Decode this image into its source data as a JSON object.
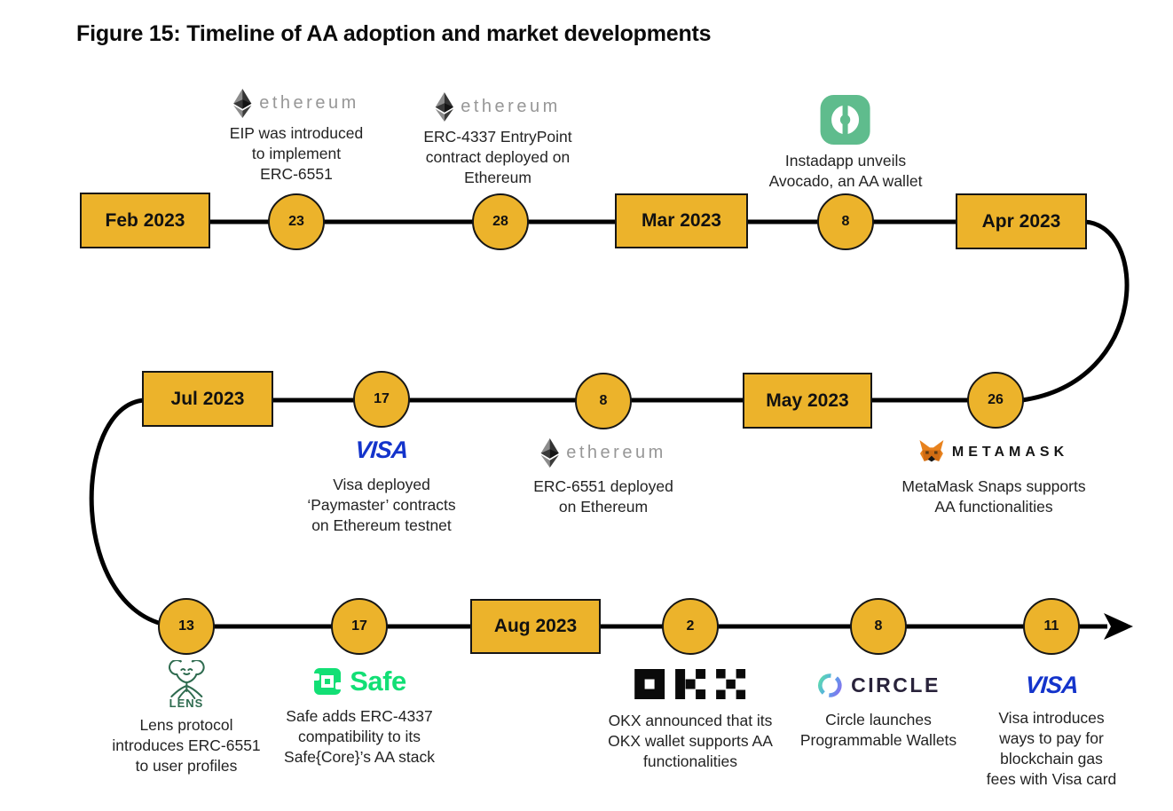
{
  "title": "Figure 15: Timeline of AA adoption and market developments",
  "months": [
    "Feb 2023",
    "Mar 2023",
    "Apr 2023",
    "May 2023",
    "Jul 2023",
    "Aug 2023"
  ],
  "days": [
    "23",
    "28",
    "8",
    "26",
    "8",
    "17",
    "13",
    "17",
    "2",
    "8",
    "11"
  ],
  "colors": {
    "node_fill": "#ECB32B",
    "timeline_line": "#000000",
    "eth_wordmark_gray": "#979797",
    "instadapp_green": "#5FBC8D",
    "metamask_orange": "#E8821E",
    "visa_blue": "#1434CB",
    "lens_green": "#2E6B4F",
    "safe_green": "#12DF75",
    "okx_black": "#0A0A0A",
    "circle_ink": "#29233B"
  },
  "events": [
    {
      "logo": "ethereum",
      "logo_text": "ethereum",
      "lines": [
        "EIP was introduced",
        "to implement",
        "ERC-6551"
      ]
    },
    {
      "logo": "ethereum",
      "logo_text": "ethereum",
      "lines": [
        "ERC-4337 EntryPoint",
        "contract deployed on",
        "Ethereum"
      ]
    },
    {
      "logo": "instadapp",
      "lines": [
        "Instadapp unveils",
        "Avocado, an AA wallet"
      ]
    },
    {
      "logo": "metamask",
      "logo_text": "METAMASK",
      "lines": [
        "MetaMask Snaps supports",
        "AA functionalities"
      ]
    },
    {
      "logo": "ethereum",
      "logo_text": "ethereum",
      "lines": [
        "ERC-6551 deployed",
        "on Ethereum"
      ]
    },
    {
      "logo": "visa",
      "logo_text": "VISA",
      "lines": [
        "Visa deployed",
        "‘Paymaster’ contracts",
        "on Ethereum testnet"
      ]
    },
    {
      "logo": "lens",
      "logo_text": "LENS",
      "lines": [
        "Lens protocol",
        "introduces ERC-6551",
        "to user profiles"
      ]
    },
    {
      "logo": "safe",
      "logo_text": "Safe",
      "lines": [
        "Safe adds ERC-4337",
        "compatibility to its",
        "Safe{Core}’s AA stack"
      ]
    },
    {
      "logo": "okx",
      "lines": [
        "OKX announced that its",
        "OKX wallet supports AA",
        "functionalities"
      ]
    },
    {
      "logo": "circle",
      "logo_text": "CIRCLE",
      "lines": [
        "Circle launches",
        "Programmable Wallets"
      ]
    },
    {
      "logo": "visa",
      "logo_text": "VISA",
      "lines": [
        "Visa introduces",
        "ways to pay for",
        "blockchain gas",
        "fees with Visa card"
      ]
    }
  ]
}
